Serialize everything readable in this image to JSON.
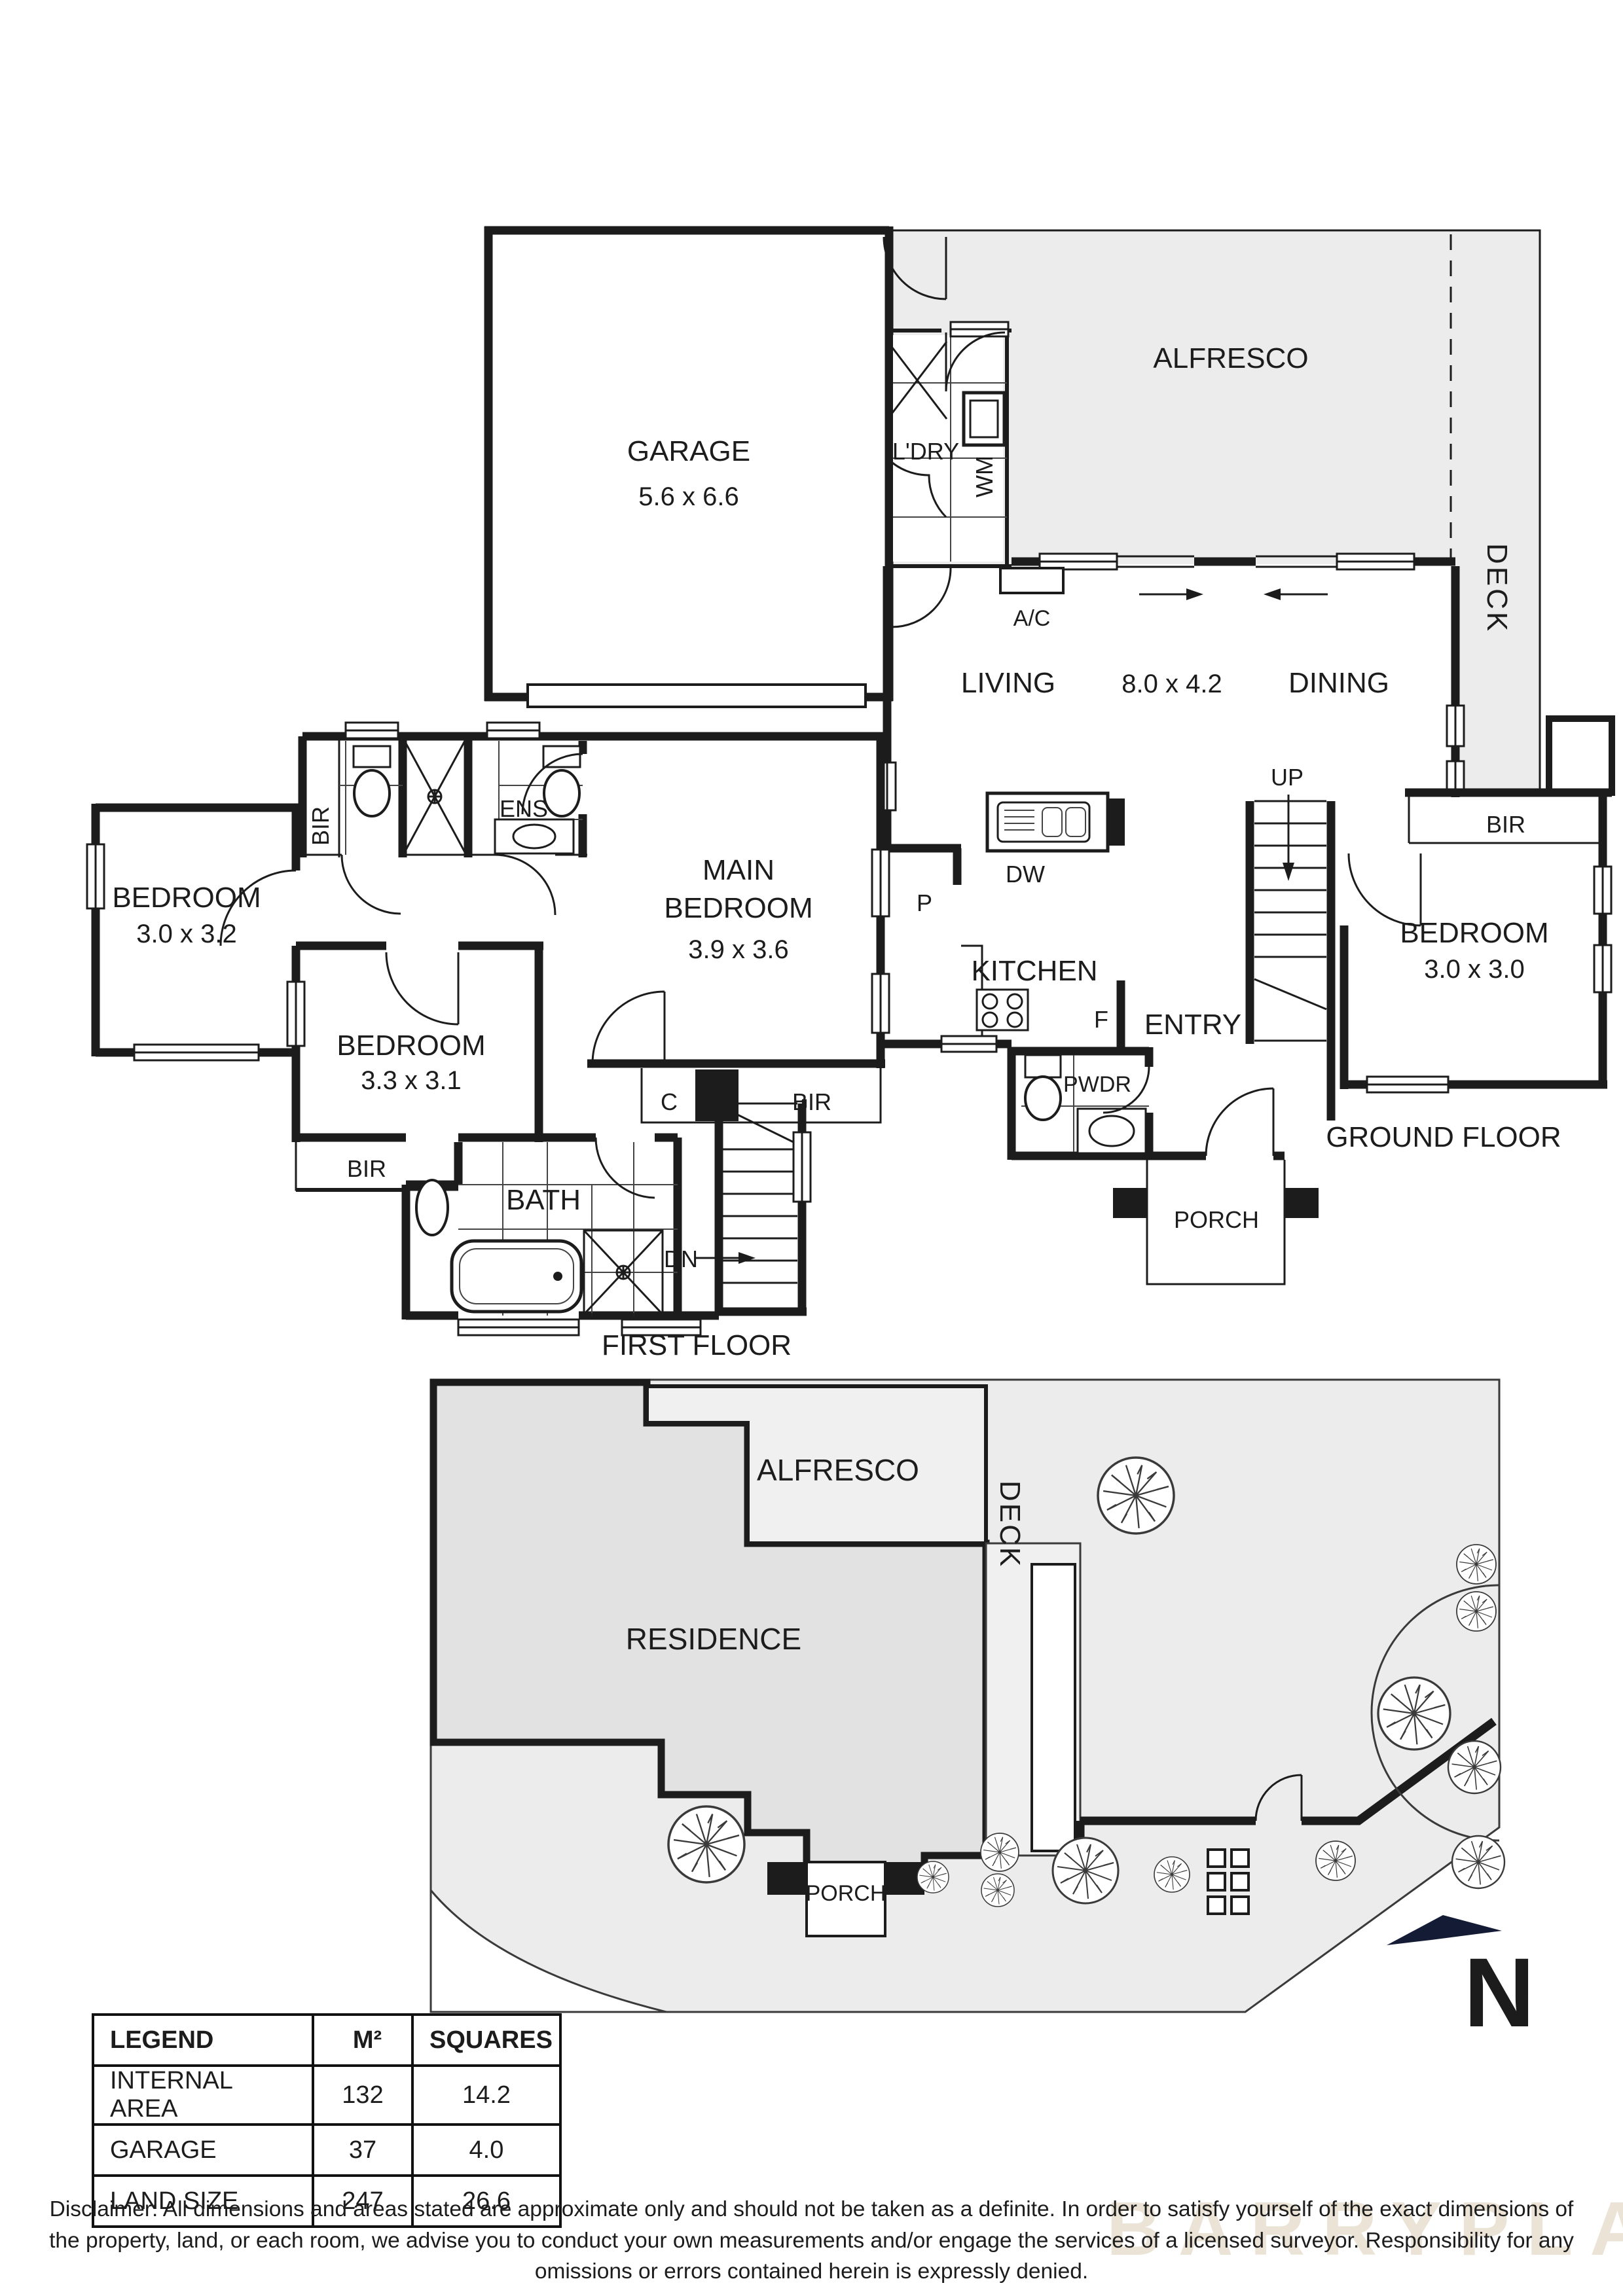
{
  "ground_floor": {
    "label": "GROUND FLOOR",
    "garage": "GARAGE",
    "garage_dims": "5.6 x 6.6",
    "alfresco": "ALFRESCO",
    "deck": "DECK",
    "ldry": "L'DRY",
    "wm": "WM",
    "ac": "A/C",
    "living": "LIVING",
    "living_dining_dims": "8.0 x 4.2",
    "dining": "DINING",
    "kitchen": "KITCHEN",
    "dw": "DW",
    "pantry": "P",
    "fridge": "F",
    "entry": "ENTRY",
    "up": "UP",
    "pwdr": "PWDR",
    "porch": "PORCH",
    "bedroom": "BEDROOM",
    "bedroom_dims": "3.0 x 3.0",
    "bir": "BIR"
  },
  "first_floor": {
    "label": "FIRST FLOOR",
    "bedroom1": "BEDROOM",
    "bedroom1_dims": "3.0 x 3.2",
    "bir1": "BIR",
    "ens": "ENS",
    "main_line1": "MAIN",
    "main_line2": "BEDROOM",
    "main_dims": "3.9 x 3.6",
    "bedroom2": "BEDROOM",
    "bedroom2_dims": "3.3 x 3.1",
    "bir2": "BIR",
    "bath": "BATH",
    "closet": "C",
    "bir3": "BIR",
    "dn": "DN"
  },
  "site": {
    "alfresco": "ALFRESCO",
    "deck": "DECK",
    "residence": "RESIDENCE",
    "porch": "PORCH"
  },
  "compass": {
    "n": "N"
  },
  "legend": {
    "col_label": "LEGEND",
    "col_m2": "M²",
    "col_squares": "SQUARES",
    "rows": [
      {
        "label": "INTERNAL AREA",
        "m2": "132",
        "squares": "14.2"
      },
      {
        "label": "GARAGE",
        "m2": "37",
        "squares": "4.0"
      },
      {
        "label": "LAND SIZE",
        "m2": "247",
        "squares": "26.6"
      }
    ]
  },
  "disclaimer": "Disclaimer: All dimensions and areas stated are approximate only and should not be taken as a definite. In order to satisfy yourself of the exact dimensions of the property, land, or each room, we advise you to conduct your own measurements and/or engage the services of a licensed surveyor. Responsibility for any omissions or errors contained herein is expressly denied.",
  "watermark": "BARRYPLANT"
}
